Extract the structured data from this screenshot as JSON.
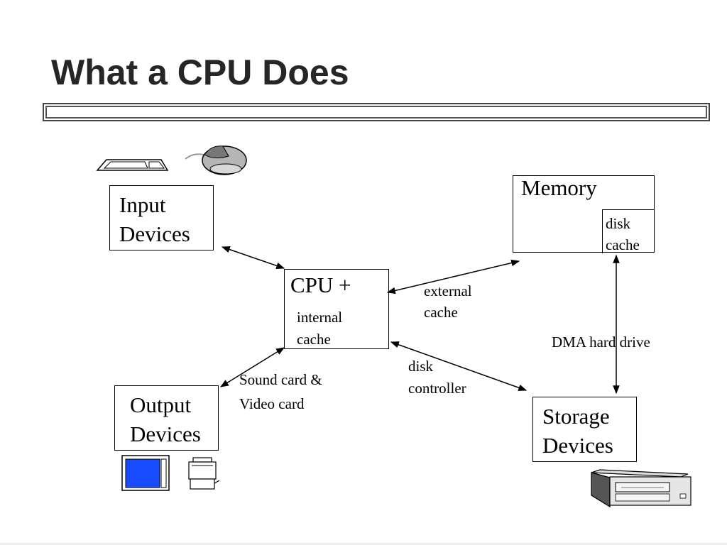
{
  "slide": {
    "title": "What a CPU Does"
  },
  "input_devices": {
    "line1": "Input",
    "line2": "Devices"
  },
  "output_devices": {
    "line1": "Output",
    "line2": "Devices"
  },
  "cpu": {
    "label": "CPU +",
    "sub1": "internal",
    "sub2": "cache"
  },
  "memory": {
    "label": "Memory",
    "sub1": "disk",
    "sub2": "cache"
  },
  "storage_devices": {
    "line1": "Storage",
    "line2": "Devices"
  },
  "edge_labels": {
    "external_cache_1": "external",
    "external_cache_2": "cache",
    "sound_video_1": "Sound card &",
    "sound_video_2": "Video card",
    "disk_controller_1": "disk",
    "disk_controller_2": "controller",
    "dma": "DMA hard drive"
  },
  "icons": [
    "keyboard-icon",
    "mouse-icon",
    "monitor-icon",
    "printer-icon",
    "disk-drive-icon"
  ],
  "colors": {
    "title": "#262626",
    "monitor_screen": "#1a4cff"
  }
}
